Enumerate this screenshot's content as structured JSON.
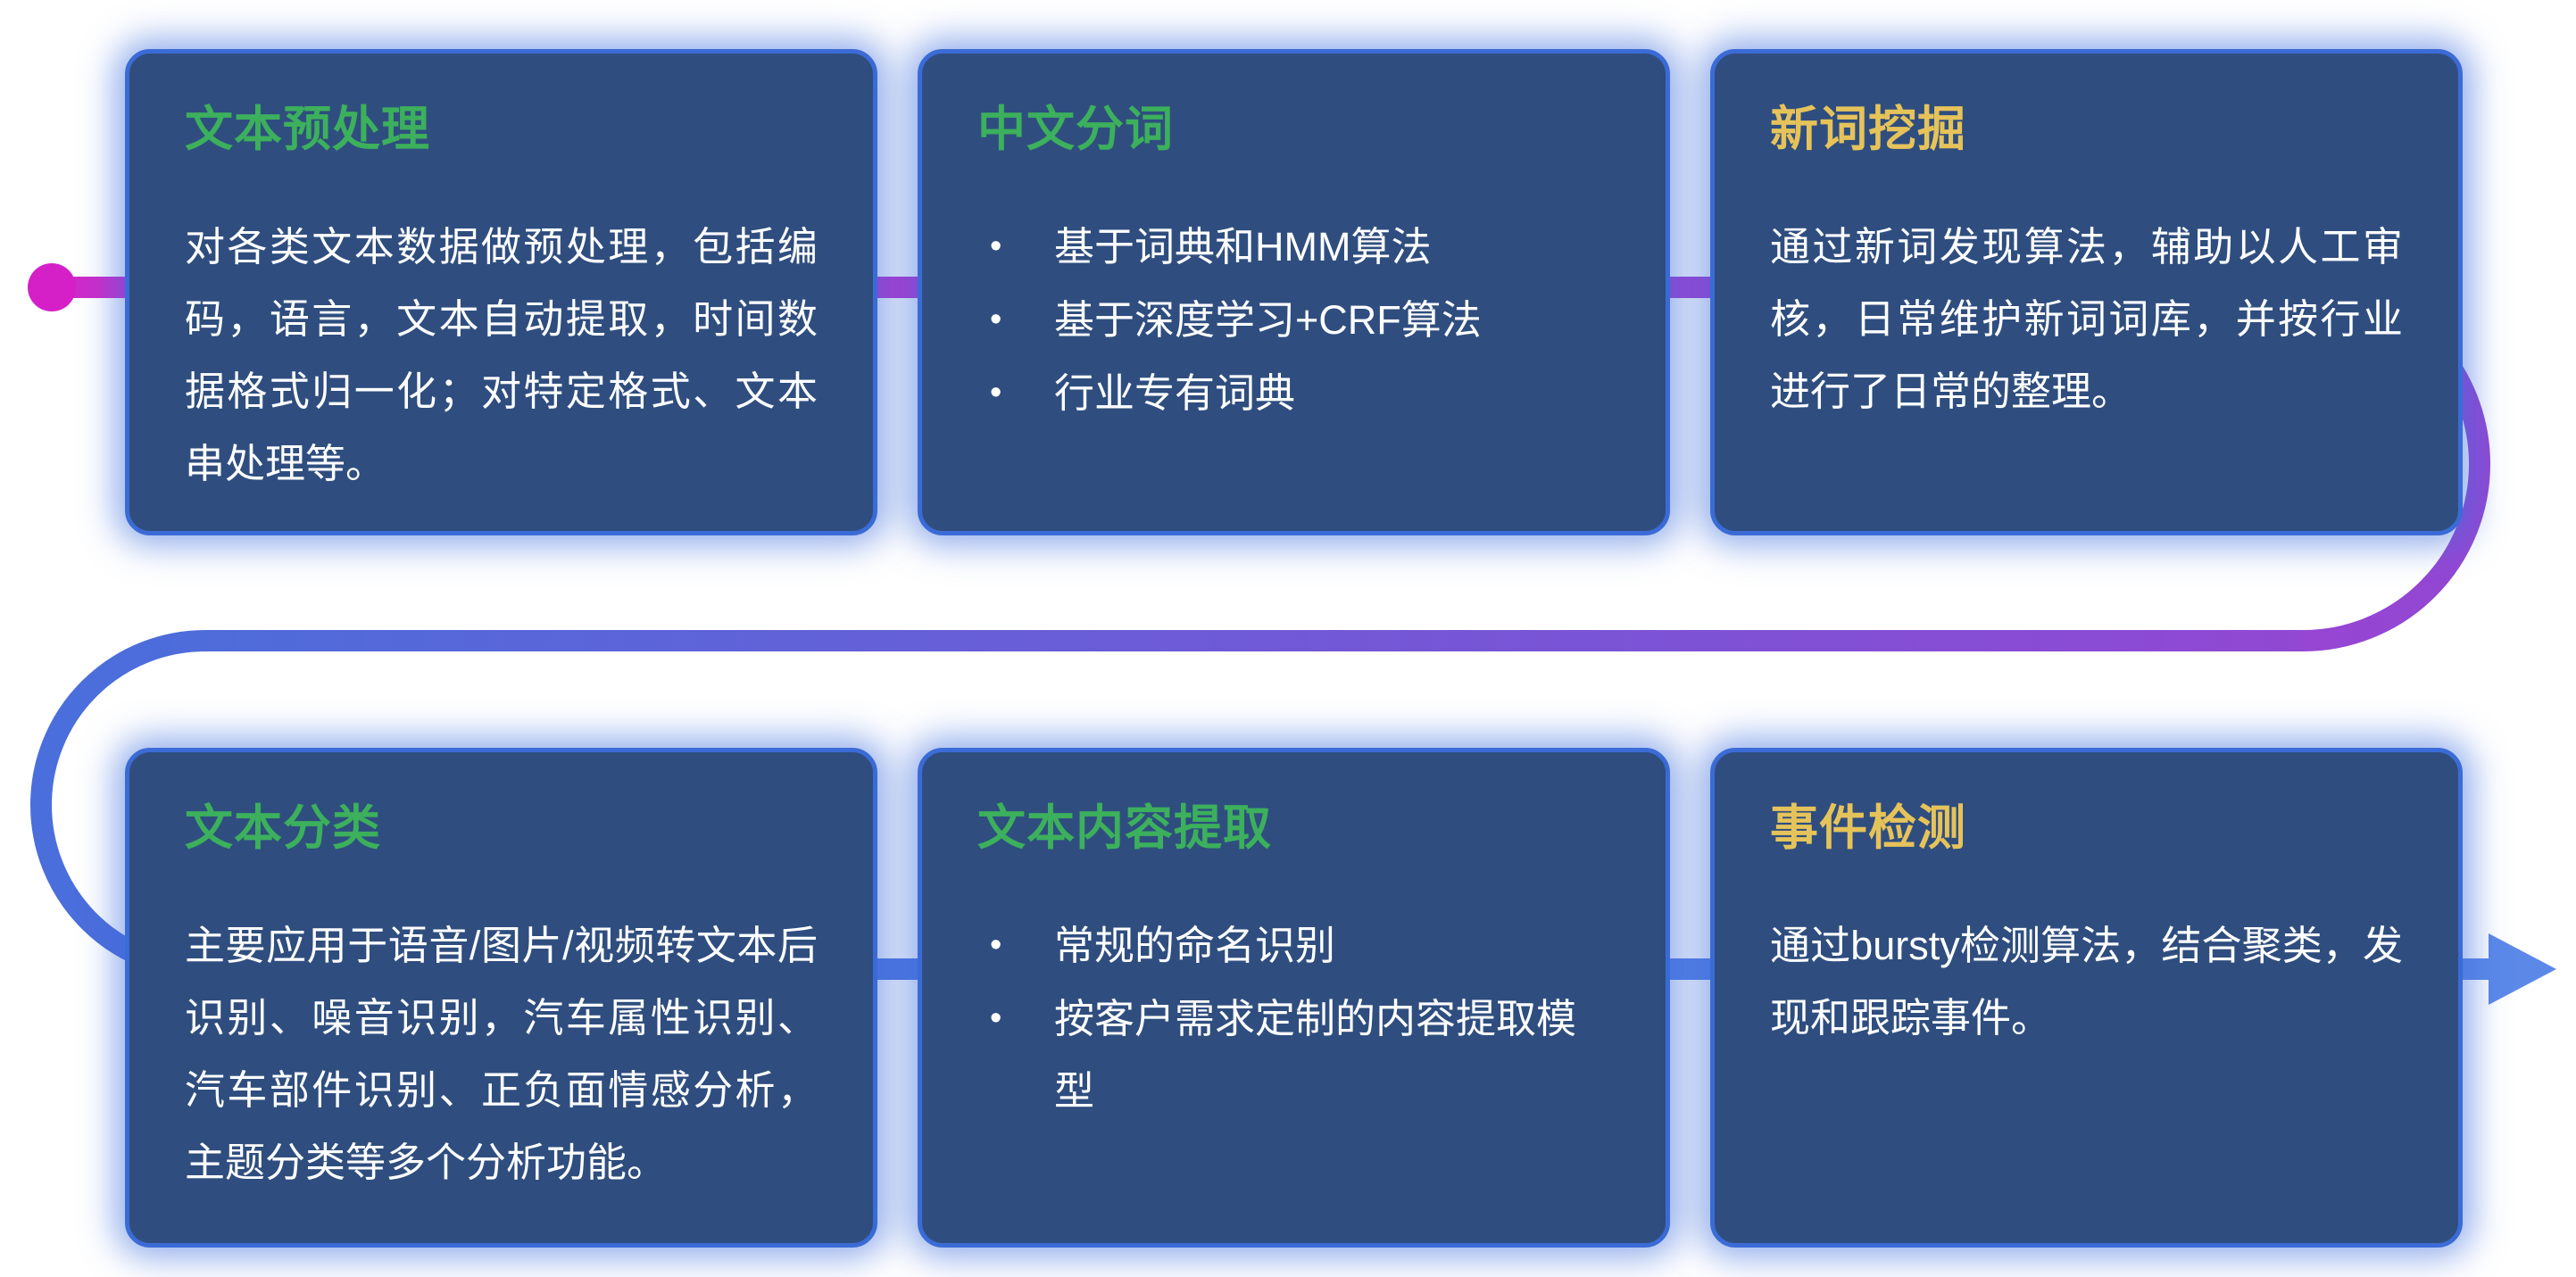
{
  "page": {
    "background": "#FFFFFF"
  },
  "theme": {
    "page_bg": "#FFFFFF",
    "card_bg": "#2F4E7F",
    "card_border": "#3B6BD6",
    "card_glow": "rgba(61,110,220,0.55)",
    "body_text": "#FFFFFF"
  },
  "ui": {
    "bullet_glyph": "•"
  },
  "flow": {
    "dot_color": "#D520C8",
    "gradient": {
      "magenta": "#CF2BC9",
      "purple": "#9148D3",
      "blue": "#4A6EDB",
      "arrow_blue": "#5C89E8"
    }
  },
  "cards": [
    {
      "id": "text-preprocessing",
      "title": "文本预处理",
      "title_color": "#3CB05C",
      "body": "对各类文本数据做预处理，包括编码，语言，文本自动提取，时间数据格式归一化；对特定格式、文本串处理等。"
    },
    {
      "id": "chinese-word-segmentation",
      "title": "中文分词",
      "title_color": "#3CB05C",
      "bullets": [
        "基于词典和HMM算法",
        "基于深度学习+CRF算法",
        "行业专有词典"
      ]
    },
    {
      "id": "new-word-mining",
      "title": "新词挖掘",
      "title_color": "#E6C35A",
      "body": "通过新词发现算法，辅助以人工审核，日常维护新词词库，并按行业进行了日常的整理。"
    },
    {
      "id": "text-classification",
      "title": "文本分类",
      "title_color": "#3CB05C",
      "body": "主要应用于语音/图片/视频转文本后识别、噪音识别，汽车属性识别、汽车部件识别、正负面情感分析，主题分类等多个分析功能。"
    },
    {
      "id": "text-content-extraction",
      "title": "文本内容提取",
      "title_color": "#3CB05C",
      "bullets": [
        "常规的命名识别",
        "按客户需求定制的内容提取模型"
      ]
    },
    {
      "id": "event-detection",
      "title": "事件检测",
      "title_color": "#E6C35A",
      "body": "通过bursty检测算法，结合聚类，发现和跟踪事件。"
    }
  ]
}
